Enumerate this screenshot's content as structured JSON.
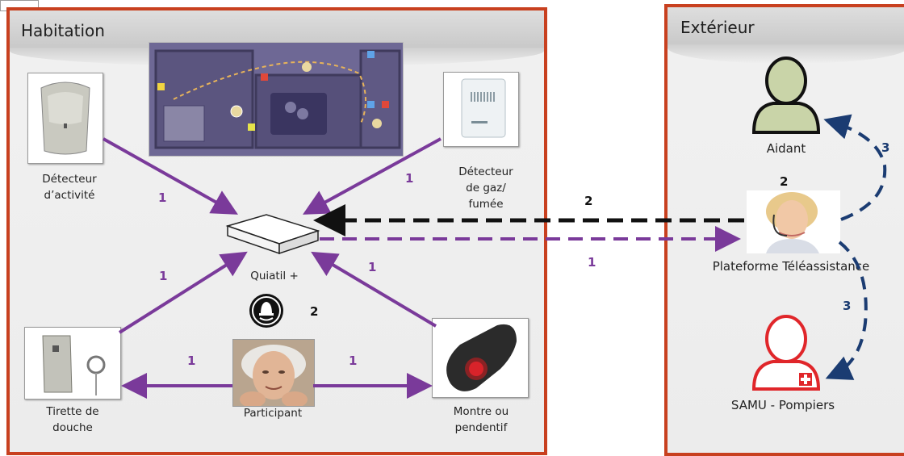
{
  "panels": {
    "home": "Habitation",
    "outside": "Extérieur"
  },
  "devices": {
    "activity": "Détecteur\nd’activité",
    "gas": "Détecteur\nde gaz/\nfumée",
    "hub": "Quiatil +",
    "shower": "Tirette de\ndouche",
    "participant": "Participant",
    "watch": "Montre ou\npendentif"
  },
  "outside": {
    "aidant": "Aidant",
    "platform": "Plateforme Téléassistance",
    "samu": "SAMU - Pompiers"
  },
  "numbers": {
    "activity": "1",
    "gas": "1",
    "shower": "1",
    "watch": "1",
    "part_left": "1",
    "part_right": "1",
    "bell": "2",
    "black_arrow": "2",
    "purple_arrow": "1",
    "platform": "2",
    "aidant": "3",
    "samu": "3"
  },
  "colors": {
    "frame": "#c8401f",
    "purple": "#7a3a9a",
    "navy": "#1b3c72",
    "red": "#e0262a",
    "green": "#c9d4a8"
  }
}
